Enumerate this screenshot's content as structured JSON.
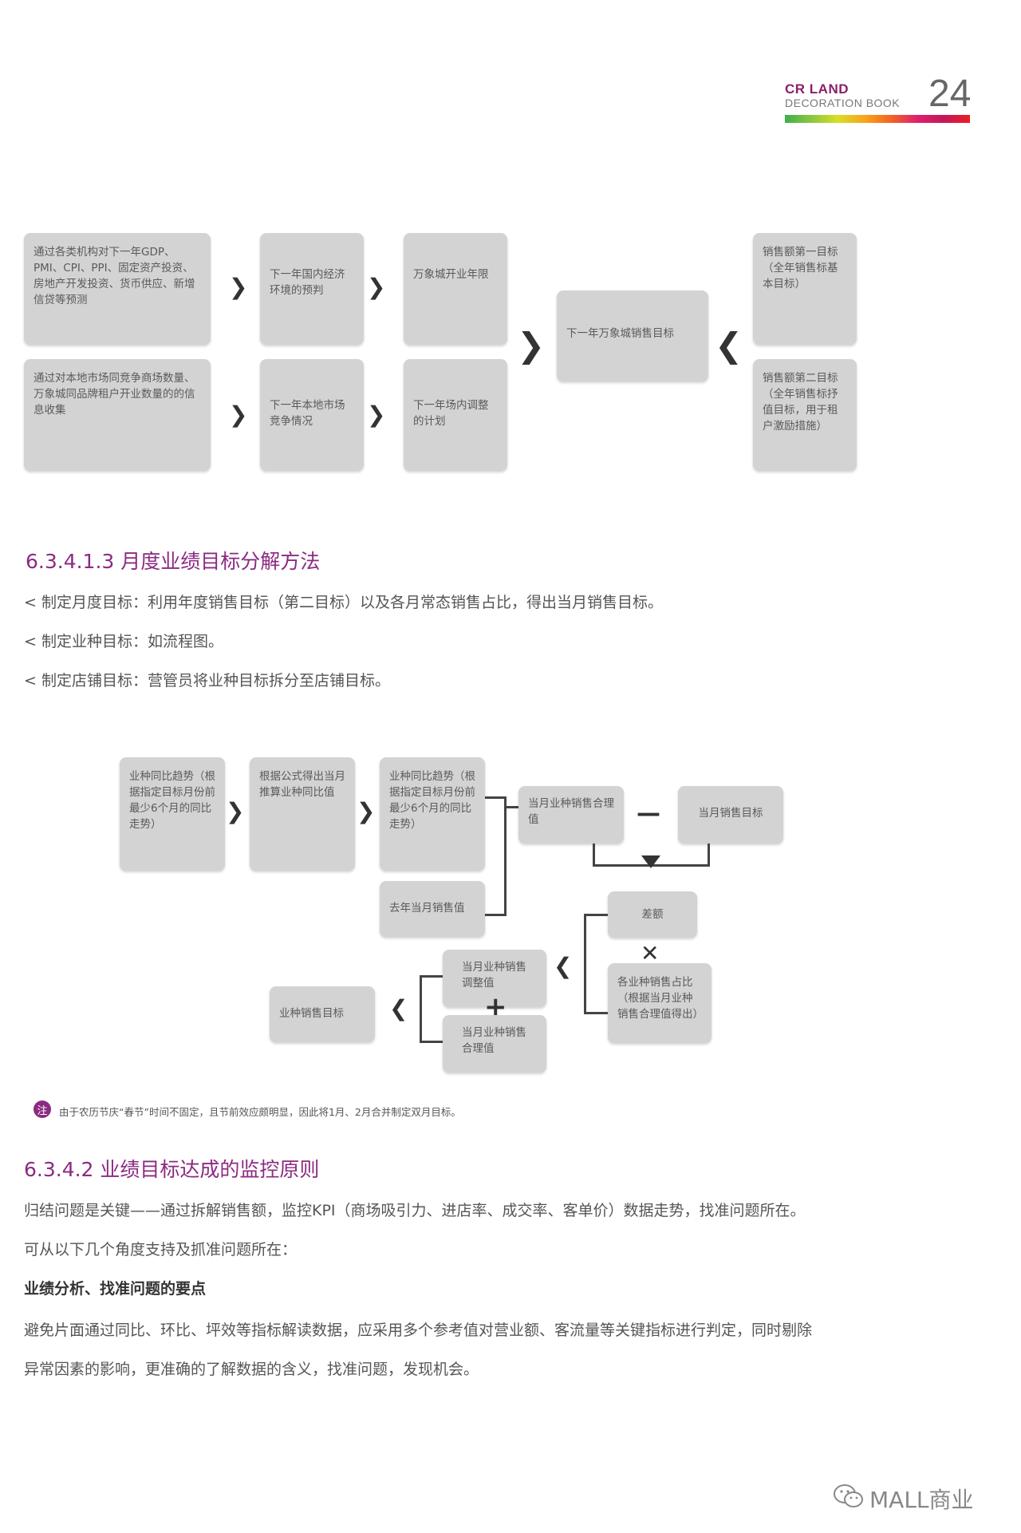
{
  "header": {
    "brand": "CR LAND",
    "subtitle": "DECORATION BOOK",
    "page_number": "24"
  },
  "flow1": {
    "box_macro": "通过各类机构对下一年GDP、PMI、CPI、PPI、固定资产投资、房地产开发投资、货币供应、新增信贷等预测",
    "box_local": "通过对本地市场同竞争商场数量、万象城同品牌租户开业数量的的信息收集",
    "box_economy": "下一年国内经济环境的预判",
    "box_competition": "下一年本地市场竞争情况",
    "box_years": "万象城开业年限",
    "box_adjust": "下一年场内调整的计划",
    "box_target": "下一年万象城销售目标",
    "box_goal1": "销售额第一目标（全年销售标基本目标）",
    "box_goal2": "销售额第二目标（全年销售标抒值目标，用于租户激励措施）"
  },
  "section1": {
    "title": "6.3.4.1.3  月度业绩目标分解方法",
    "items": [
      "< 制定月度目标：利用年度销售目标（第二目标）以及各月常态销售占比，得出当月销售目标。",
      "< 制定业种目标：如流程图。",
      "< 制定店铺目标：营管员将业种目标拆分至店铺目标。"
    ]
  },
  "flow2": {
    "box_trend1": "业种同比趋势（根据指定目标月份前最少6个月的同比走势）",
    "box_formula": "根据公式得出当月推算业种同比值",
    "box_trend2": "业种同比趋势（根据指定目标月份前最少6个月的同比走势）",
    "box_lastyear": "去年当月销售值",
    "box_reasonable": "当月业种销售合理值",
    "box_monthtarget": "当月销售目标",
    "minus": "—",
    "box_diff": "差额",
    "times": "✕",
    "box_ratio": "各业种销售占比（根据当月业种销售合理值得出）",
    "box_adjusted": "当月业种销售调整值",
    "plus": "+",
    "box_reasonable2": "当月业种销售合理值",
    "box_final": "业种销售目标"
  },
  "note": {
    "icon": "注",
    "text": "由于农历节庆“春节”时间不固定，且节前效应颇明显，因此将1月、2月合并制定双月目标。"
  },
  "section2": {
    "title": "6.3.4.2 业绩目标达成的监控原则",
    "line1": "归结问题是关键——通过拆解销售额，监控KPI（商场吸引力、进店率、成交率、客单价）数据走势，找准问题所在。",
    "line2": "可从以下几个角度支持及抓准问题所在：",
    "subhead": "业绩分析、找准问题的要点",
    "line3": "避免片面通过同比、环比、坪效等指标解读数据，应采用多个参考值对营业额、客流量等关键指标进行判定，同时剔除",
    "line4": "异常因素的影响，更准确的了解数据的含义，找准问题，发现机会。"
  },
  "watermark": {
    "text": "MALL商业"
  }
}
